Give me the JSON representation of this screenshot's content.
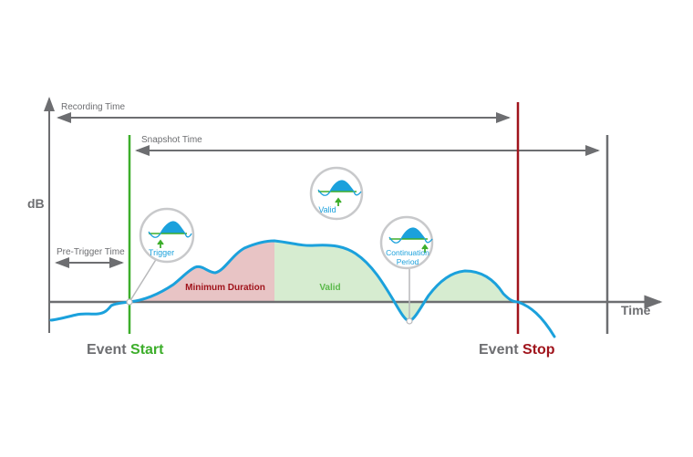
{
  "labels": {
    "recording_time": "Recording Time",
    "snapshot_time": "Snapshot Time",
    "pre_trigger_time": "Pre-Trigger Time",
    "y_axis": "dB",
    "x_axis": "Time",
    "minimum_duration": "Minimum Duration",
    "valid_region": "Valid",
    "event_start_prefix": "Event",
    "event_start_word": "Start",
    "event_stop_prefix": "Event",
    "event_stop_word": "Stop"
  },
  "callouts": [
    {
      "id": "trigger",
      "label_lines": [
        "Trigger"
      ]
    },
    {
      "id": "valid",
      "label_lines": [
        "Valid"
      ]
    },
    {
      "id": "continuation",
      "label_lines": [
        "Continuation",
        "Period"
      ]
    }
  ],
  "colors": {
    "axis": "#6d6e71",
    "curve": "#1ba1dc",
    "event_start": "#3dae2b",
    "event_stop": "#a0141c",
    "minimum_duration_fill": "#e8c4c5",
    "minimum_duration_text": "#a0141c",
    "valid_fill": "#d6ecd0",
    "valid_text": "#5ab94a",
    "callout_border": "#c8c9cb",
    "text_gray": "#6d6e71"
  }
}
